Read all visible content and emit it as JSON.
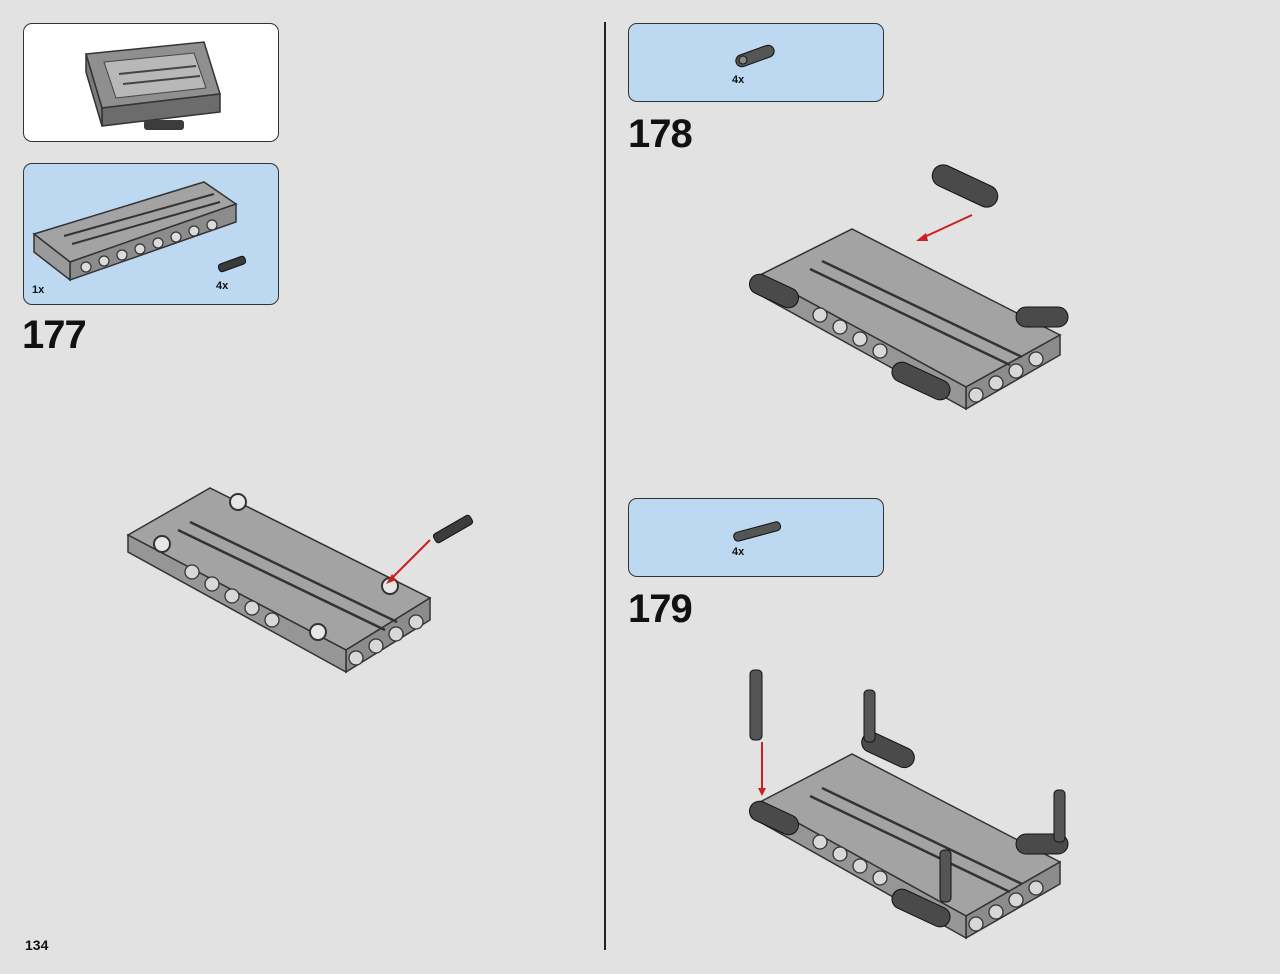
{
  "page": {
    "number": "134"
  },
  "subassembly_box": {},
  "step177": {
    "number": "177",
    "parts": [
      {
        "qty": "1x",
        "part": "panel-frame"
      },
      {
        "qty": "4x",
        "part": "axle-pin"
      }
    ]
  },
  "step178": {
    "number": "178",
    "parts": [
      {
        "qty": "4x",
        "part": "angled-connector"
      }
    ]
  },
  "step179": {
    "number": "179",
    "parts": [
      {
        "qty": "4x",
        "part": "axle-pin-long"
      }
    ]
  },
  "colors": {
    "background": "#e2e2e2",
    "parts_box": "#bcd9f1",
    "panel": "#a3a3a3",
    "dark_part": "#4a4a4a",
    "arrow": "#cc1f1f"
  }
}
